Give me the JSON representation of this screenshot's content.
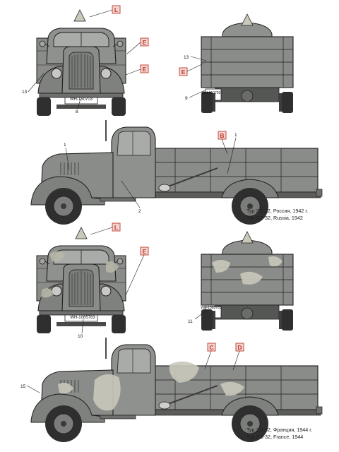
{
  "colors": {
    "body_grey": "#8a8c89",
    "body_grey_light": "#a3a5a2",
    "outline": "#1e1e1e",
    "tyre": "#2f2f2f",
    "marker_fill": "#f2d4d0",
    "marker_stroke": "#c0392b",
    "camo_light": "#c9c8bb"
  },
  "markers": {
    "L": "L",
    "E": "E",
    "B": "B",
    "C": "C",
    "D": "D"
  },
  "callouts": {
    "n1": "1",
    "n2": "2",
    "n8": "8",
    "n9": "9",
    "n10": "10",
    "n11": "11",
    "n13": "13",
    "n15": "15"
  },
  "plates": {
    "front_1": "WH-150703",
    "rear_1": "WH-150703",
    "front_2": "WH-1065783",
    "rear_2": "WH-1065783"
  },
  "captions": {
    "top_ru": "Тур 2,5-32, Россия, 1942 г.",
    "top_en": "Typ 2,5-32, Russia, 1942",
    "bottom_ru": "Тур 2,5-32, Франция, 1944 г.",
    "bottom_en": "Typ 2,5-32, France, 1944"
  }
}
